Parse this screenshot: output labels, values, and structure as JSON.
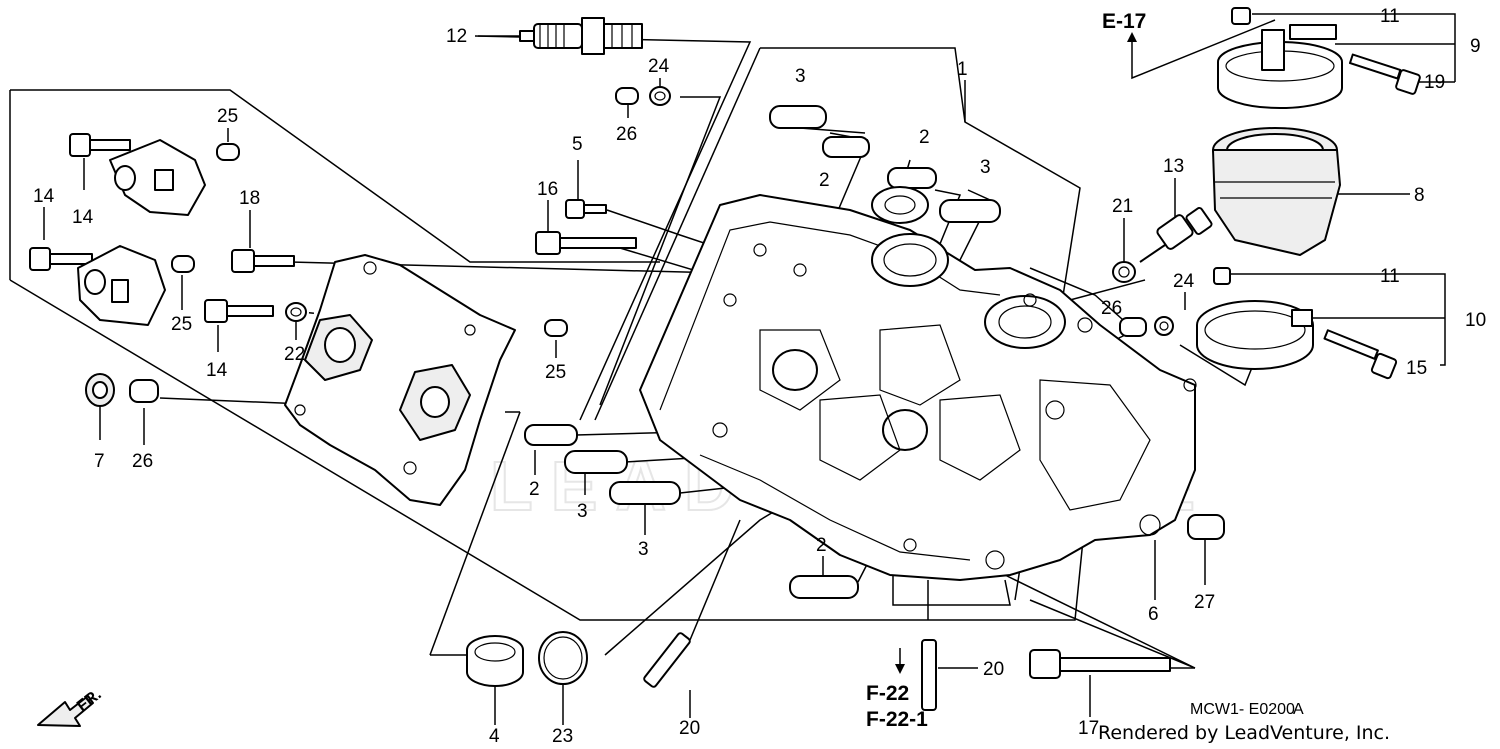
{
  "diagram": {
    "watermark": "LEADVENTURE",
    "callouts": [
      {
        "id": "c1",
        "label": "1"
      },
      {
        "id": "c2a",
        "label": "2"
      },
      {
        "id": "c2b",
        "label": "2"
      },
      {
        "id": "c2c",
        "label": "2"
      },
      {
        "id": "c2d",
        "label": "2"
      },
      {
        "id": "c3a",
        "label": "3"
      },
      {
        "id": "c3b",
        "label": "3"
      },
      {
        "id": "c3c",
        "label": "3"
      },
      {
        "id": "c3d",
        "label": "3"
      },
      {
        "id": "c4",
        "label": "4"
      },
      {
        "id": "c5",
        "label": "5"
      },
      {
        "id": "c6",
        "label": "6"
      },
      {
        "id": "c7",
        "label": "7"
      },
      {
        "id": "c8",
        "label": "8"
      },
      {
        "id": "c9",
        "label": "9"
      },
      {
        "id": "c10",
        "label": "10"
      },
      {
        "id": "c11a",
        "label": "11"
      },
      {
        "id": "c11b",
        "label": "11"
      },
      {
        "id": "c12",
        "label": "12"
      },
      {
        "id": "c13",
        "label": "13"
      },
      {
        "id": "c14a",
        "label": "14"
      },
      {
        "id": "c14b",
        "label": "14"
      },
      {
        "id": "c14c",
        "label": "14"
      },
      {
        "id": "c15",
        "label": "15"
      },
      {
        "id": "c16",
        "label": "16"
      },
      {
        "id": "c17",
        "label": "17"
      },
      {
        "id": "c18",
        "label": "18"
      },
      {
        "id": "c19",
        "label": "19"
      },
      {
        "id": "c20a",
        "label": "20"
      },
      {
        "id": "c20b",
        "label": "20"
      },
      {
        "id": "c21",
        "label": "21"
      },
      {
        "id": "c22",
        "label": "22"
      },
      {
        "id": "c23",
        "label": "23"
      },
      {
        "id": "c24a",
        "label": "24"
      },
      {
        "id": "c24b",
        "label": "24"
      },
      {
        "id": "c25a",
        "label": "25"
      },
      {
        "id": "c25b",
        "label": "25"
      },
      {
        "id": "c25c",
        "label": "25"
      },
      {
        "id": "c26a",
        "label": "26"
      },
      {
        "id": "c26b",
        "label": "26"
      },
      {
        "id": "c26c",
        "label": "26"
      },
      {
        "id": "c27",
        "label": "27"
      }
    ],
    "references": {
      "e17": "E-17",
      "f22": "F-22",
      "f221": "F-22-1"
    },
    "front_indicator": "FR.",
    "diagram_code": "MCW1- E0200",
    "diagram_code_suffix": "A",
    "credit": "Rendered by LeadVenture, Inc."
  }
}
